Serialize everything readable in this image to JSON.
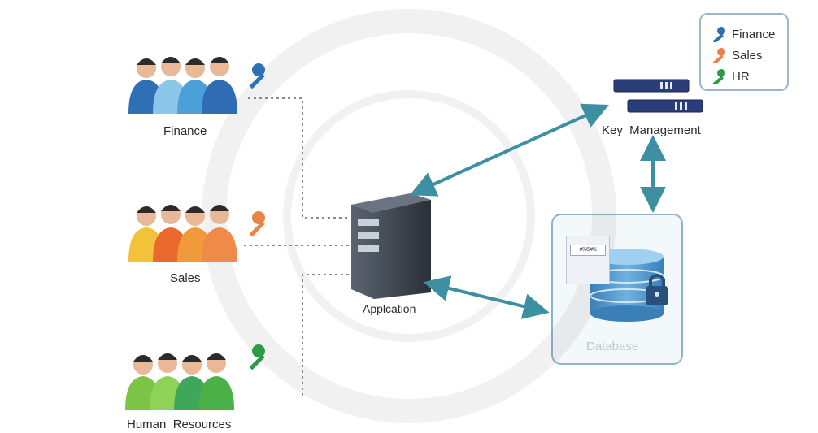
{
  "groups": [
    {
      "label": "Finance",
      "key_color": "#2f6fb5"
    },
    {
      "label": "Sales",
      "key_color": "#e8834a"
    },
    {
      "label": "Human  Resources",
      "key_color": "#2e9a45"
    }
  ],
  "application": {
    "label": "Applcation"
  },
  "key_management": {
    "label": "Key  Management"
  },
  "database": {
    "label": "Database",
    "record_tag": "#%6#%"
  },
  "legend": {
    "items": [
      {
        "label": "Finance",
        "icon": "key-icon",
        "color": "#2f6fb5"
      },
      {
        "label": "Sales",
        "icon": "key-icon",
        "color": "#e8834a"
      },
      {
        "label": "HR",
        "icon": "key-icon",
        "color": "#2e9a45"
      }
    ]
  },
  "colors": {
    "arrow": "#3f8fa3",
    "dotted_line": "#8a8a8a",
    "finance_people": "#3b7ec8",
    "sales_people": "#f0a23a",
    "hr_people": "#4caf3a",
    "server": "#3c4450",
    "key_mgmt_server": "#2c3e7a"
  }
}
